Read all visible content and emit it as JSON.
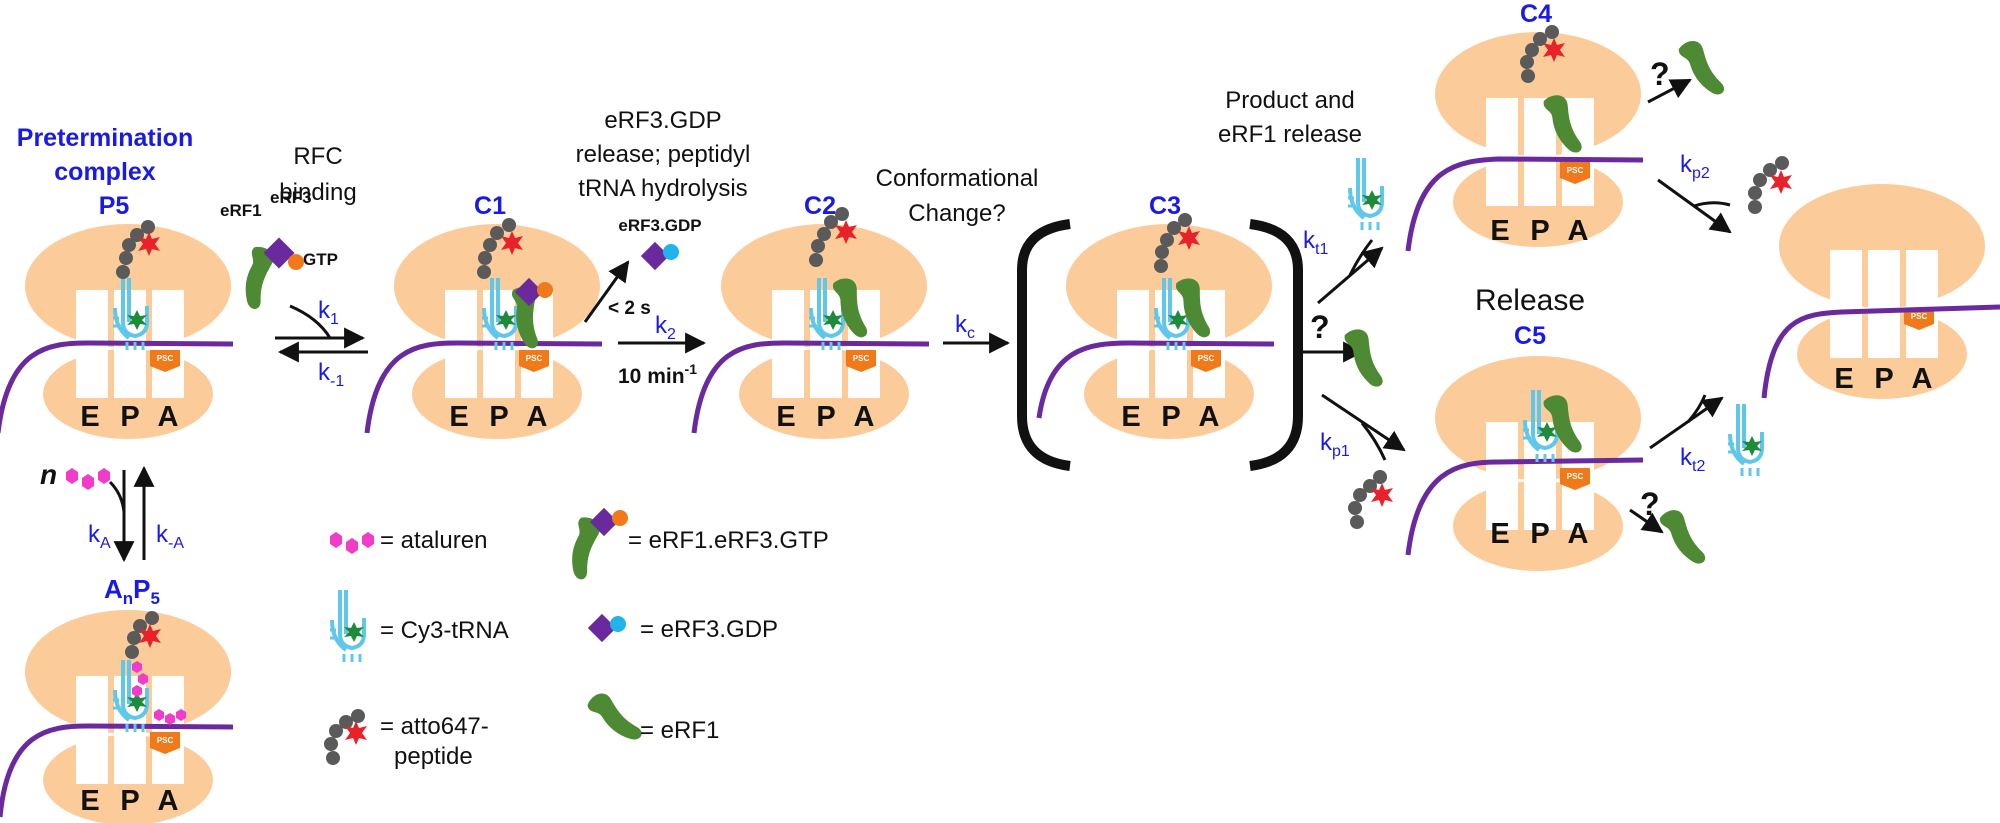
{
  "colors": {
    "ribosome": "#FCCB9A",
    "mrna": "#6A2A9E",
    "trna": "#5FC8EA",
    "cy3": "#1E8A3C",
    "atto": "#E8212A",
    "peptide_bead": "#5A5A5A",
    "erf1": "#4E8A34",
    "erf3": "#6A2A9E",
    "gtp": "#F07A1A",
    "gdp": "#22B3EA",
    "ataluren": "#F03CC8",
    "psc": "#F07A1A",
    "label_blue": "#1A1AE6"
  },
  "complexes": {
    "p5": {
      "title1": "Pretermination",
      "title2": "complex",
      "name": "P5"
    },
    "c1": {
      "name": "C1"
    },
    "c2": {
      "name": "C2"
    },
    "c3": {
      "name": "C3"
    },
    "c4": {
      "name": "C4"
    },
    "c5": {
      "name": "C5"
    },
    "anp5": {
      "name_a": "A",
      "name_n": "n",
      "name_p": "P",
      "name_5": "5"
    }
  },
  "sites": {
    "e": "E",
    "p": "P",
    "a": "A",
    "psc": "PSC"
  },
  "steps": {
    "rfc_binding_1": "RFC",
    "rfc_binding_2": "binding",
    "erf1_label": "eRF1",
    "erf3_label": "eRF3",
    "gtp_label": "GTP",
    "k1": "k",
    "k1_sub": "1",
    "km1": "k",
    "km1_sub": "-1",
    "release_1": "eRF3.GDP",
    "release_2": "release; peptidyl",
    "release_3": "tRNA hydrolysis",
    "erf3gdp": "eRF3.GDP",
    "lt2s": "< 2 s",
    "k2": "k",
    "k2_sub": "2",
    "rate": "10 min",
    "rate_sup": "-1",
    "conf_1": "Conformational",
    "conf_2": "Change?",
    "kc": "k",
    "kc_sub": "c",
    "prod_1": "Product and",
    "prod_2": "eRF1 release",
    "kt1": "k",
    "kt1_sub": "t1",
    "kp1": "k",
    "kp1_sub": "p1",
    "kp2": "k",
    "kp2_sub": "p2",
    "kt2": "k",
    "kt2_sub": "t2",
    "q": "?",
    "release": "Release",
    "n": "n",
    "ka": "k",
    "ka_sub": "A",
    "kma": "k",
    "kma_sub": "-A"
  },
  "legend": {
    "ataluren": "= ataluren",
    "cy3trna": "= Cy3-tRNA",
    "atto1": "= atto647-",
    "atto2": "peptide",
    "erf1erf3": "= eRF1.eRF3.GTP",
    "erf3gdp": "= eRF3.GDP",
    "erf1": "= eRF1"
  }
}
